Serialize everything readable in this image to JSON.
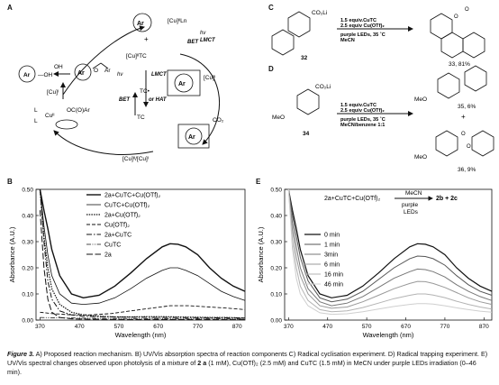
{
  "panels": {
    "A": {
      "letter": "A",
      "labels": {
        "cu2_ln": "[Cu]ᴵᴵLn",
        "hv1": "hν",
        "lmct1": "LMCT",
        "bet1": "BET",
        "cu2tc": "[Cu]ᴵᴵTC",
        "hv2": "hν",
        "lmct2": "LMCT",
        "tc_radical": "TC•",
        "bet2": "BET",
        "or_hat": "or HAT",
        "tc_minus": "TC",
        "cu1_a": "[Cu]ᴵ",
        "cu1_b": "[Cu]ᴵ",
        "co2": "CO₂",
        "cu2cu1": "[Cu]ᴵᴵ/[Cu]ᴵ",
        "oh_minus": "OH",
        "oc_o_ar": "OC(O)Ar",
        "cu_complex": "Cuᴵᴵ",
        "ar1": "Ar",
        "ar2": "Ar",
        "ar3": "Ar",
        "ar4": "Ar",
        "ar5": "Ar",
        "o_label": "O",
        "l1": "L",
        "l2": "L"
      }
    },
    "C": {
      "letter": "C",
      "substrate_label": "CO₂Li",
      "cond1": "1.5 equiv.CuTC",
      "cond2": "2.5 equiv Cu(OTf)₂",
      "cond3": "purple LEDs, 35 ˚C",
      "cond4": "MeCN",
      "substrate_num": "32",
      "product_num": "33, 81%",
      "o1": "O",
      "o2": "O"
    },
    "D": {
      "letter": "D",
      "substrate_label": "CO₂Li",
      "meo": "MeO",
      "cond1": "1.5 equiv.CuTC",
      "cond2": "2.5 equiv Cu(OTf)₂",
      "cond3": "purple LEDs, 35 ˚C",
      "cond4": "MeCN/benzene 1:1",
      "substrate_num": "34",
      "product1_num": "35, 6%",
      "plus": "+",
      "product2_num": "36, 9%",
      "meo2": "MeO",
      "meo3": "MeO",
      "o1": "O",
      "o2": "O"
    },
    "B": {
      "letter": "B",
      "legend": [
        "2a+CuTC+Cu(OTf)₂",
        "CuTC+Cu(OTf)₂",
        "2a+Cu(OTf)₂",
        "Cu(OTf)₂",
        "2a+CuTC",
        "CuTC",
        "2a"
      ]
    },
    "E": {
      "letter": "E",
      "reaction": "2a+CuTC+Cu(OTf)₂",
      "solvent": "MeCN",
      "light1": "purple",
      "light2": "LEDs",
      "products": "2b + 2c",
      "legend": [
        "0 min",
        "1 min",
        "3min",
        "6 min",
        "16 min",
        "46 min"
      ]
    }
  },
  "chart_data": [
    {
      "type": "line",
      "panel": "B",
      "xlabel": "Wavelength (nm)",
      "ylabel": "Absorbance (A.U.)",
      "xlim": [
        360,
        890
      ],
      "ylim": [
        0,
        0.5
      ],
      "xticks": [
        370,
        470,
        570,
        670,
        770,
        870
      ],
      "yticks": [
        0.0,
        0.1,
        0.2,
        0.3,
        0.4,
        0.5
      ],
      "legend_position": "top-right",
      "series": [
        {
          "name": "2a+CuTC+Cu(OTf)₂",
          "x": [
            370,
            380,
            390,
            400,
            420,
            450,
            480,
            520,
            560,
            600,
            640,
            680,
            700,
            720,
            740,
            770,
            800,
            830,
            860,
            890
          ],
          "y": [
            0.5,
            0.42,
            0.35,
            0.27,
            0.17,
            0.1,
            0.085,
            0.095,
            0.13,
            0.18,
            0.235,
            0.28,
            0.292,
            0.29,
            0.28,
            0.25,
            0.2,
            0.16,
            0.13,
            0.11
          ]
        },
        {
          "name": "CuTC+Cu(OTf)₂",
          "x": [
            370,
            380,
            390,
            400,
            420,
            450,
            480,
            520,
            560,
            600,
            640,
            680,
            700,
            720,
            740,
            770,
            800,
            830,
            860,
            890
          ],
          "y": [
            0.5,
            0.36,
            0.25,
            0.17,
            0.1,
            0.065,
            0.06,
            0.065,
            0.085,
            0.12,
            0.16,
            0.19,
            0.2,
            0.2,
            0.19,
            0.17,
            0.14,
            0.11,
            0.09,
            0.075
          ]
        },
        {
          "name": "2a+Cu(OTf)₂",
          "x": [
            370,
            380,
            390,
            400,
            420,
            450,
            480,
            520,
            560,
            600,
            640,
            680,
            720,
            760,
            800,
            840,
            890
          ],
          "y": [
            0.5,
            0.32,
            0.2,
            0.12,
            0.06,
            0.03,
            0.02,
            0.015,
            0.012,
            0.012,
            0.013,
            0.013,
            0.012,
            0.011,
            0.01,
            0.01,
            0.008
          ]
        },
        {
          "name": "Cu(OTf)₂",
          "x": [
            370,
            400,
            450,
            500,
            550,
            600,
            650,
            700,
            750,
            800,
            850,
            890
          ],
          "y": [
            0.03,
            0.025,
            0.02,
            0.02,
            0.025,
            0.035,
            0.045,
            0.055,
            0.055,
            0.05,
            0.045,
            0.04
          ]
        },
        {
          "name": "2a+CuTC",
          "x": [
            370,
            380,
            390,
            400,
            420,
            450,
            480,
            520,
            560,
            600,
            700,
            800,
            890
          ],
          "y": [
            0.5,
            0.3,
            0.15,
            0.08,
            0.035,
            0.02,
            0.015,
            0.013,
            0.012,
            0.011,
            0.01,
            0.009,
            0.008
          ]
        },
        {
          "name": "CuTC",
          "x": [
            370,
            400,
            450,
            500,
            600,
            700,
            800,
            890
          ],
          "y": [
            0.01,
            0.009,
            0.008,
            0.007,
            0.006,
            0.005,
            0.005,
            0.004
          ]
        },
        {
          "name": "2a",
          "x": [
            370,
            380,
            390,
            400,
            420,
            450,
            500,
            600,
            700,
            800,
            890
          ],
          "y": [
            0.42,
            0.2,
            0.08,
            0.03,
            0.01,
            0.005,
            0.003,
            0.002,
            0.002,
            0.002,
            0.002
          ]
        }
      ]
    },
    {
      "type": "line",
      "panel": "E",
      "xlabel": "Wavelength (nm)",
      "ylabel": "Absorbance (A.U.)",
      "xlim": [
        360,
        890
      ],
      "ylim": [
        0,
        0.5
      ],
      "xticks": [
        370,
        470,
        570,
        670,
        770,
        870
      ],
      "yticks": [
        0.0,
        0.1,
        0.2,
        0.3,
        0.4,
        0.5
      ],
      "legend_position": "top-left",
      "series": [
        {
          "name": "0 min",
          "x": [
            370,
            380,
            390,
            400,
            420,
            450,
            480,
            520,
            560,
            600,
            640,
            680,
            700,
            720,
            740,
            770,
            800,
            830,
            860,
            890
          ],
          "y": [
            0.5,
            0.42,
            0.35,
            0.27,
            0.17,
            0.1,
            0.085,
            0.095,
            0.13,
            0.18,
            0.235,
            0.28,
            0.292,
            0.29,
            0.28,
            0.25,
            0.2,
            0.16,
            0.13,
            0.11
          ]
        },
        {
          "name": "1 min",
          "x": [
            370,
            380,
            390,
            400,
            420,
            450,
            480,
            520,
            560,
            600,
            640,
            680,
            700,
            720,
            740,
            770,
            800,
            830,
            860,
            890
          ],
          "y": [
            0.5,
            0.4,
            0.32,
            0.24,
            0.15,
            0.085,
            0.07,
            0.08,
            0.11,
            0.155,
            0.2,
            0.235,
            0.245,
            0.243,
            0.235,
            0.21,
            0.17,
            0.135,
            0.11,
            0.095
          ]
        },
        {
          "name": "3min",
          "x": [
            370,
            380,
            390,
            400,
            420,
            450,
            480,
            520,
            560,
            600,
            640,
            680,
            700,
            720,
            740,
            770,
            800,
            830,
            860,
            890
          ],
          "y": [
            0.5,
            0.37,
            0.28,
            0.2,
            0.12,
            0.07,
            0.055,
            0.065,
            0.09,
            0.125,
            0.16,
            0.185,
            0.195,
            0.193,
            0.185,
            0.165,
            0.135,
            0.11,
            0.09,
            0.075
          ]
        },
        {
          "name": "6 min",
          "x": [
            370,
            380,
            390,
            400,
            420,
            450,
            480,
            520,
            560,
            600,
            640,
            680,
            700,
            720,
            740,
            770,
            800,
            830,
            860,
            890
          ],
          "y": [
            0.5,
            0.34,
            0.24,
            0.17,
            0.1,
            0.055,
            0.045,
            0.05,
            0.07,
            0.095,
            0.12,
            0.14,
            0.148,
            0.147,
            0.14,
            0.125,
            0.105,
            0.085,
            0.07,
            0.06
          ]
        },
        {
          "name": "16 min",
          "x": [
            370,
            380,
            390,
            400,
            420,
            450,
            480,
            520,
            560,
            600,
            640,
            680,
            700,
            720,
            740,
            770,
            800,
            830,
            860,
            890
          ],
          "y": [
            0.5,
            0.3,
            0.2,
            0.13,
            0.075,
            0.04,
            0.032,
            0.035,
            0.048,
            0.065,
            0.082,
            0.095,
            0.1,
            0.1,
            0.096,
            0.086,
            0.072,
            0.06,
            0.05,
            0.042
          ]
        },
        {
          "name": "46 min",
          "x": [
            370,
            380,
            390,
            400,
            420,
            450,
            480,
            520,
            560,
            600,
            640,
            680,
            700,
            720,
            740,
            770,
            800,
            830,
            860,
            890
          ],
          "y": [
            0.5,
            0.27,
            0.16,
            0.1,
            0.055,
            0.028,
            0.022,
            0.024,
            0.032,
            0.042,
            0.052,
            0.06,
            0.063,
            0.063,
            0.061,
            0.055,
            0.047,
            0.04,
            0.034,
            0.03
          ]
        }
      ]
    }
  ],
  "caption": {
    "label": "Figure 3.",
    "text1": " A) Proposed reaction mechanism. B) UV/Vis absorption spectra of reaction components C) Radical cyclisation experiment. D) Radical trapping experiment. E) UV/Vis spectral changes observed upon photolysis of a mixture of ",
    "cmpd": "2 a",
    "text2": " (1 mM), Cu(OTf)₂ (2.5 mM) and CuTC (1.5 mM) in MeCN under purple LEDs irradiation (0–46 min)."
  }
}
